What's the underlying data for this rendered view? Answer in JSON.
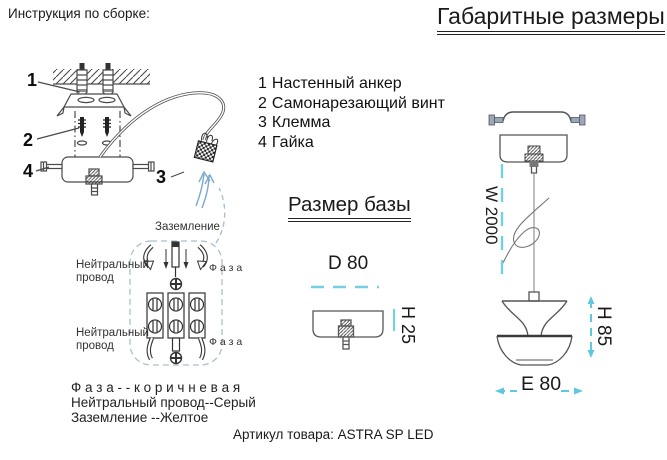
{
  "header": {
    "instructions_title": "Инструкция по сборке:",
    "dimensions_title": "Габаритные размеры"
  },
  "parts_list": {
    "items": [
      {
        "num": "1",
        "label": "Настенный анкер"
      },
      {
        "num": "2",
        "label": "Самонарезающий винт"
      },
      {
        "num": "3",
        "label": "Клемма"
      },
      {
        "num": "4",
        "label": "Гайка"
      }
    ]
  },
  "assembly": {
    "callout_1": "1",
    "callout_2": "2",
    "callout_3": "3",
    "callout_4": "4"
  },
  "wiring": {
    "ground": "Заземление",
    "neutral_line1": "Нейтральный",
    "neutral_line2": "провод",
    "phase": "Ф а з а",
    "legend_phase": "Ф а з а - - к о р и ч н е в а я",
    "legend_neutral": "Нейтральный провод--Серый",
    "legend_ground": "Заземление --Желтое"
  },
  "base": {
    "heading": "Размер базы",
    "diameter": "D 80",
    "height": "H 25"
  },
  "pendant": {
    "wire_length": "W 2000",
    "shade_height": "H 85",
    "shade_diameter": "E 80"
  },
  "footer": {
    "sku": "Артикул товара: ASTRA SP LED"
  },
  "colors": {
    "dimension_cyan": "#74cfe0",
    "arrow_blue": "#7aa8cf",
    "dashed_outline": "#a8c0cc",
    "line_dark": "#4a4a4a"
  }
}
